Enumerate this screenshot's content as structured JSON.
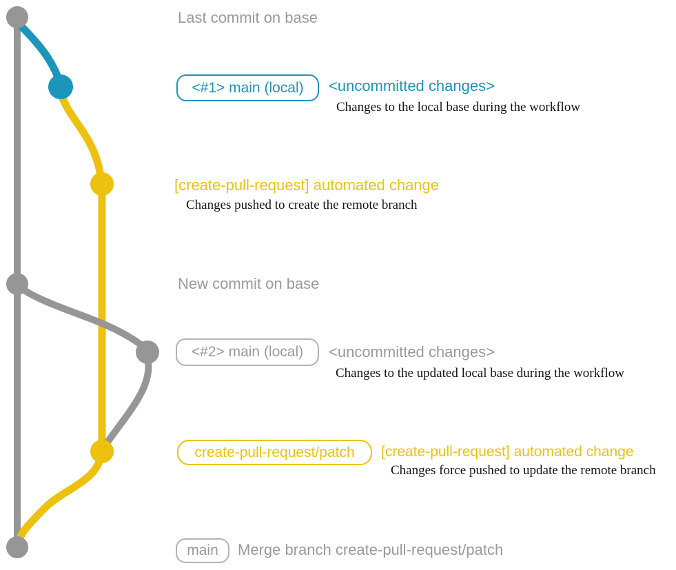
{
  "colors": {
    "base_gray": "#969696",
    "gray_text": "#9a9a9a",
    "blue": "#1b95ba",
    "yellow": "#ecc20e",
    "description_black": "#141414"
  },
  "graph": {
    "branches": {
      "base": "base (gray vertical line)",
      "local_main": "local main work (blue then gray)",
      "patch": "create-pull-request/patch (yellow line)"
    }
  },
  "rows": {
    "commit1": {
      "label": "Last commit on base"
    },
    "uncommitted1": {
      "badge": "<#1> main (local)",
      "title": "<uncommitted changes>",
      "desc": "Changes to the local base during the workflow"
    },
    "automated1": {
      "title": "[create-pull-request] automated change",
      "desc": "Changes pushed to create the remote branch"
    },
    "commit2": {
      "label": "New commit on base"
    },
    "uncommitted2": {
      "badge": "<#2> main (local)",
      "title": "<uncommitted changes>",
      "desc": "Changes to the updated local base during the workflow"
    },
    "automated2": {
      "badge": "create-pull-request/patch",
      "title": "[create-pull-request] automated change",
      "desc": "Changes force pushed to update the remote branch"
    },
    "merge": {
      "badge": "main",
      "title": "Merge branch create-pull-request/patch"
    }
  }
}
